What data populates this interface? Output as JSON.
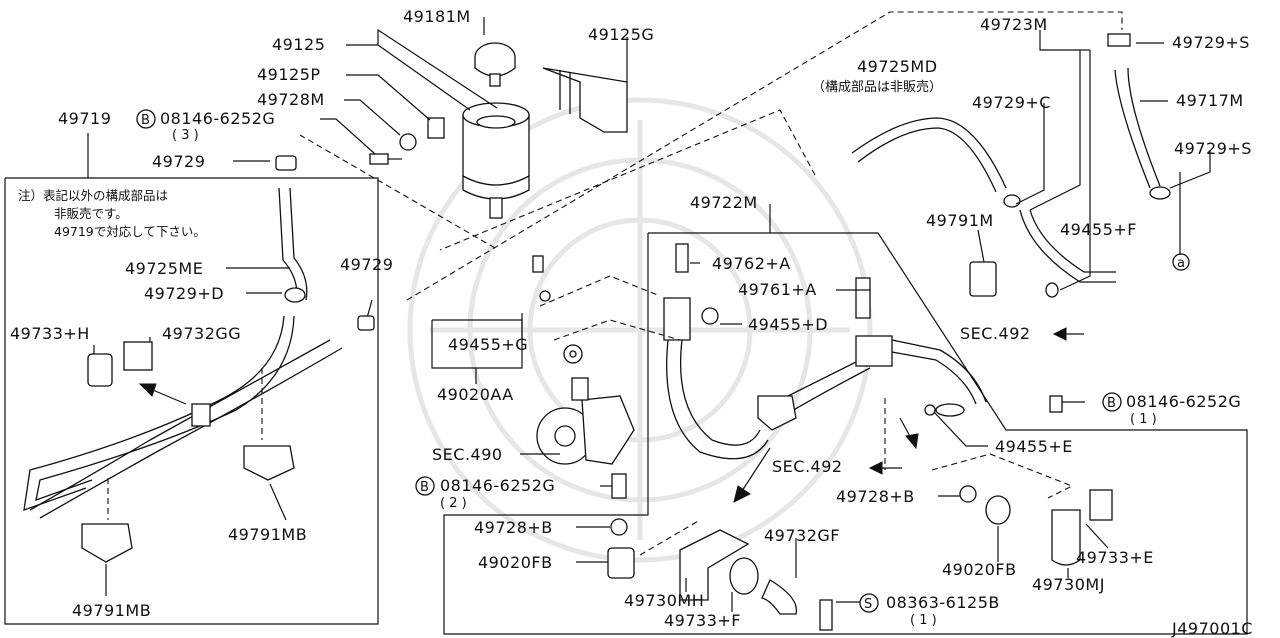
{
  "labels": {
    "p49181M": "49181M",
    "p49125": "49125",
    "p49125G": "49125G",
    "p49125P": "49125P",
    "p49728M": "49728M",
    "p49719": "49719",
    "bolt_top": "08146-6252G",
    "bolt_top_qty": "( 3 )",
    "p49729_a": "49729",
    "p49723M": "49723M",
    "p49725MD": "49725MD",
    "p49725MD_note": "（構成部品は非販売）",
    "p49729S_a": "49729+S",
    "p49717M": "49717M",
    "p49729C": "49729+C",
    "p49729S_b": "49729+S",
    "p49722M": "49722M",
    "p49791M": "49791M",
    "p49455F": "49455+F",
    "p49762A": "49762+A",
    "p49761A": "49761+A",
    "p49455D": "49455+D",
    "sec492_a": "SEC.492",
    "p49729_b": "49729",
    "p49725ME": "49725ME",
    "p49729D": "49729+D",
    "p49733H": "49733+H",
    "p49732GG": "49732GG",
    "p49455G": "49455+G",
    "p49020AA": "49020AA",
    "sec490": "SEC.490",
    "bolt_mid": "08146-6252G",
    "bolt_mid_qty": "( 2 )",
    "bolt_right": "08146-6252G",
    "bolt_right_qty": "( 1 )",
    "p49455E": "49455+E",
    "sec492_b": "SEC.492",
    "p49728B_a": "49728+B",
    "p49728B_b": "49728+B",
    "p49020FB_a": "49020FB",
    "p49732GF": "49732GF",
    "p49733E": "49733+E",
    "p49020FB_b": "49020FB",
    "p49730MJ": "49730MJ",
    "p49730MH": "49730MH",
    "p49733F": "49733+F",
    "screw": "08363-6125B",
    "screw_qty": "( 1 )",
    "p49791MB_a": "49791MB",
    "p49791MB_b": "49791MB",
    "drawing_no": "J497001C",
    "circle_a": "a",
    "mark_b": "B",
    "mark_s": "S"
  },
  "note": {
    "line1": "注）表記以外の構成部品は",
    "line2": "非販売です。",
    "line3": "49719で対応して下さい。"
  },
  "colors": {
    "ink": "#111111",
    "background": "#ffffff",
    "watermark": "#e6e6e6"
  }
}
